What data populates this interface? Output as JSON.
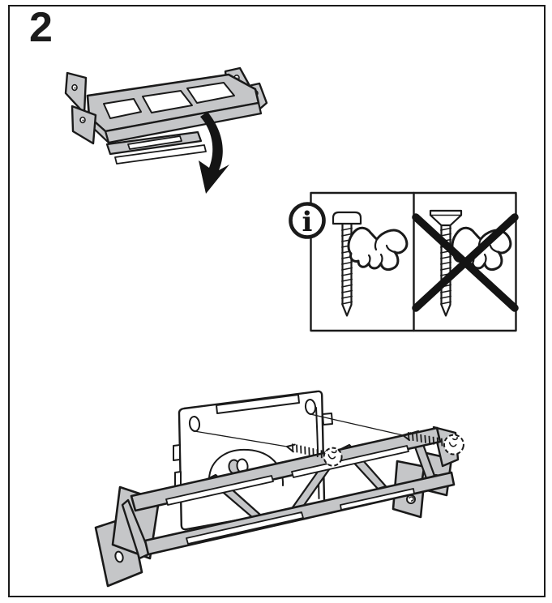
{
  "page": {
    "step_number": "2",
    "paper_color": "#ffffff",
    "border_color": "#1a1a1a"
  },
  "colors": {
    "metal_gray": "#c5c6c8",
    "line_black": "#161616"
  },
  "info_box": {
    "info_icon_glyph": "i",
    "allowed_panel": {
      "screw_icon": "pan-head-screw-icon",
      "hand_icon": "pointing-hand-icon",
      "crossed_out": false
    },
    "prohibited_panel": {
      "screw_icon": "countersunk-screw-icon",
      "hand_icon": "pointing-hand-icon",
      "cross_icon": "prohibition-x-icon",
      "crossed_out": true
    }
  },
  "illustrations": {
    "flip_step": {
      "subject": "wall-bracket",
      "arrow_icon": "curved-flip-arrow-icon"
    },
    "assembly_step": {
      "subjects": [
        "wall-plate",
        "wall-bracket"
      ],
      "screw_icon": "pan-head-screw-icon",
      "screw_count": 2,
      "guide_line_count": 2
    }
  }
}
